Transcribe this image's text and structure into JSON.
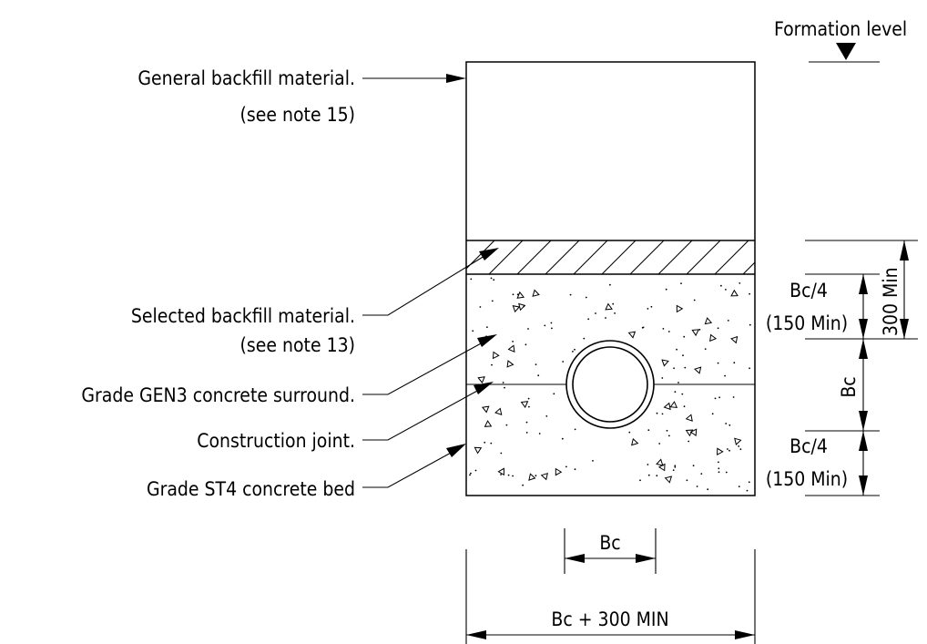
{
  "formation_level": "Formation  level",
  "labels": {
    "general_backfill_1": "General  backfill  material.",
    "general_backfill_2": "(see  note  15)",
    "selected_backfill_1": "Selected  backfill  material.",
    "selected_backfill_2": "(see  note  13)",
    "concrete_surround": "Grade  GEN3  concrete  surround.",
    "construction_joint": "Construction  joint.",
    "concrete_bed": "Grade  ST4  concrete  bed"
  },
  "dimensions": {
    "min_300": "300  Min",
    "bc_4_top": "Bc/4",
    "min_150_top": "(150  Min)",
    "bc_mid": "Bc",
    "bc_4_bottom": "Bc/4",
    "min_150_bottom": "(150  Min)",
    "bc_pipe": "Bc",
    "trench_width": "Bc  +  300  MIN"
  }
}
